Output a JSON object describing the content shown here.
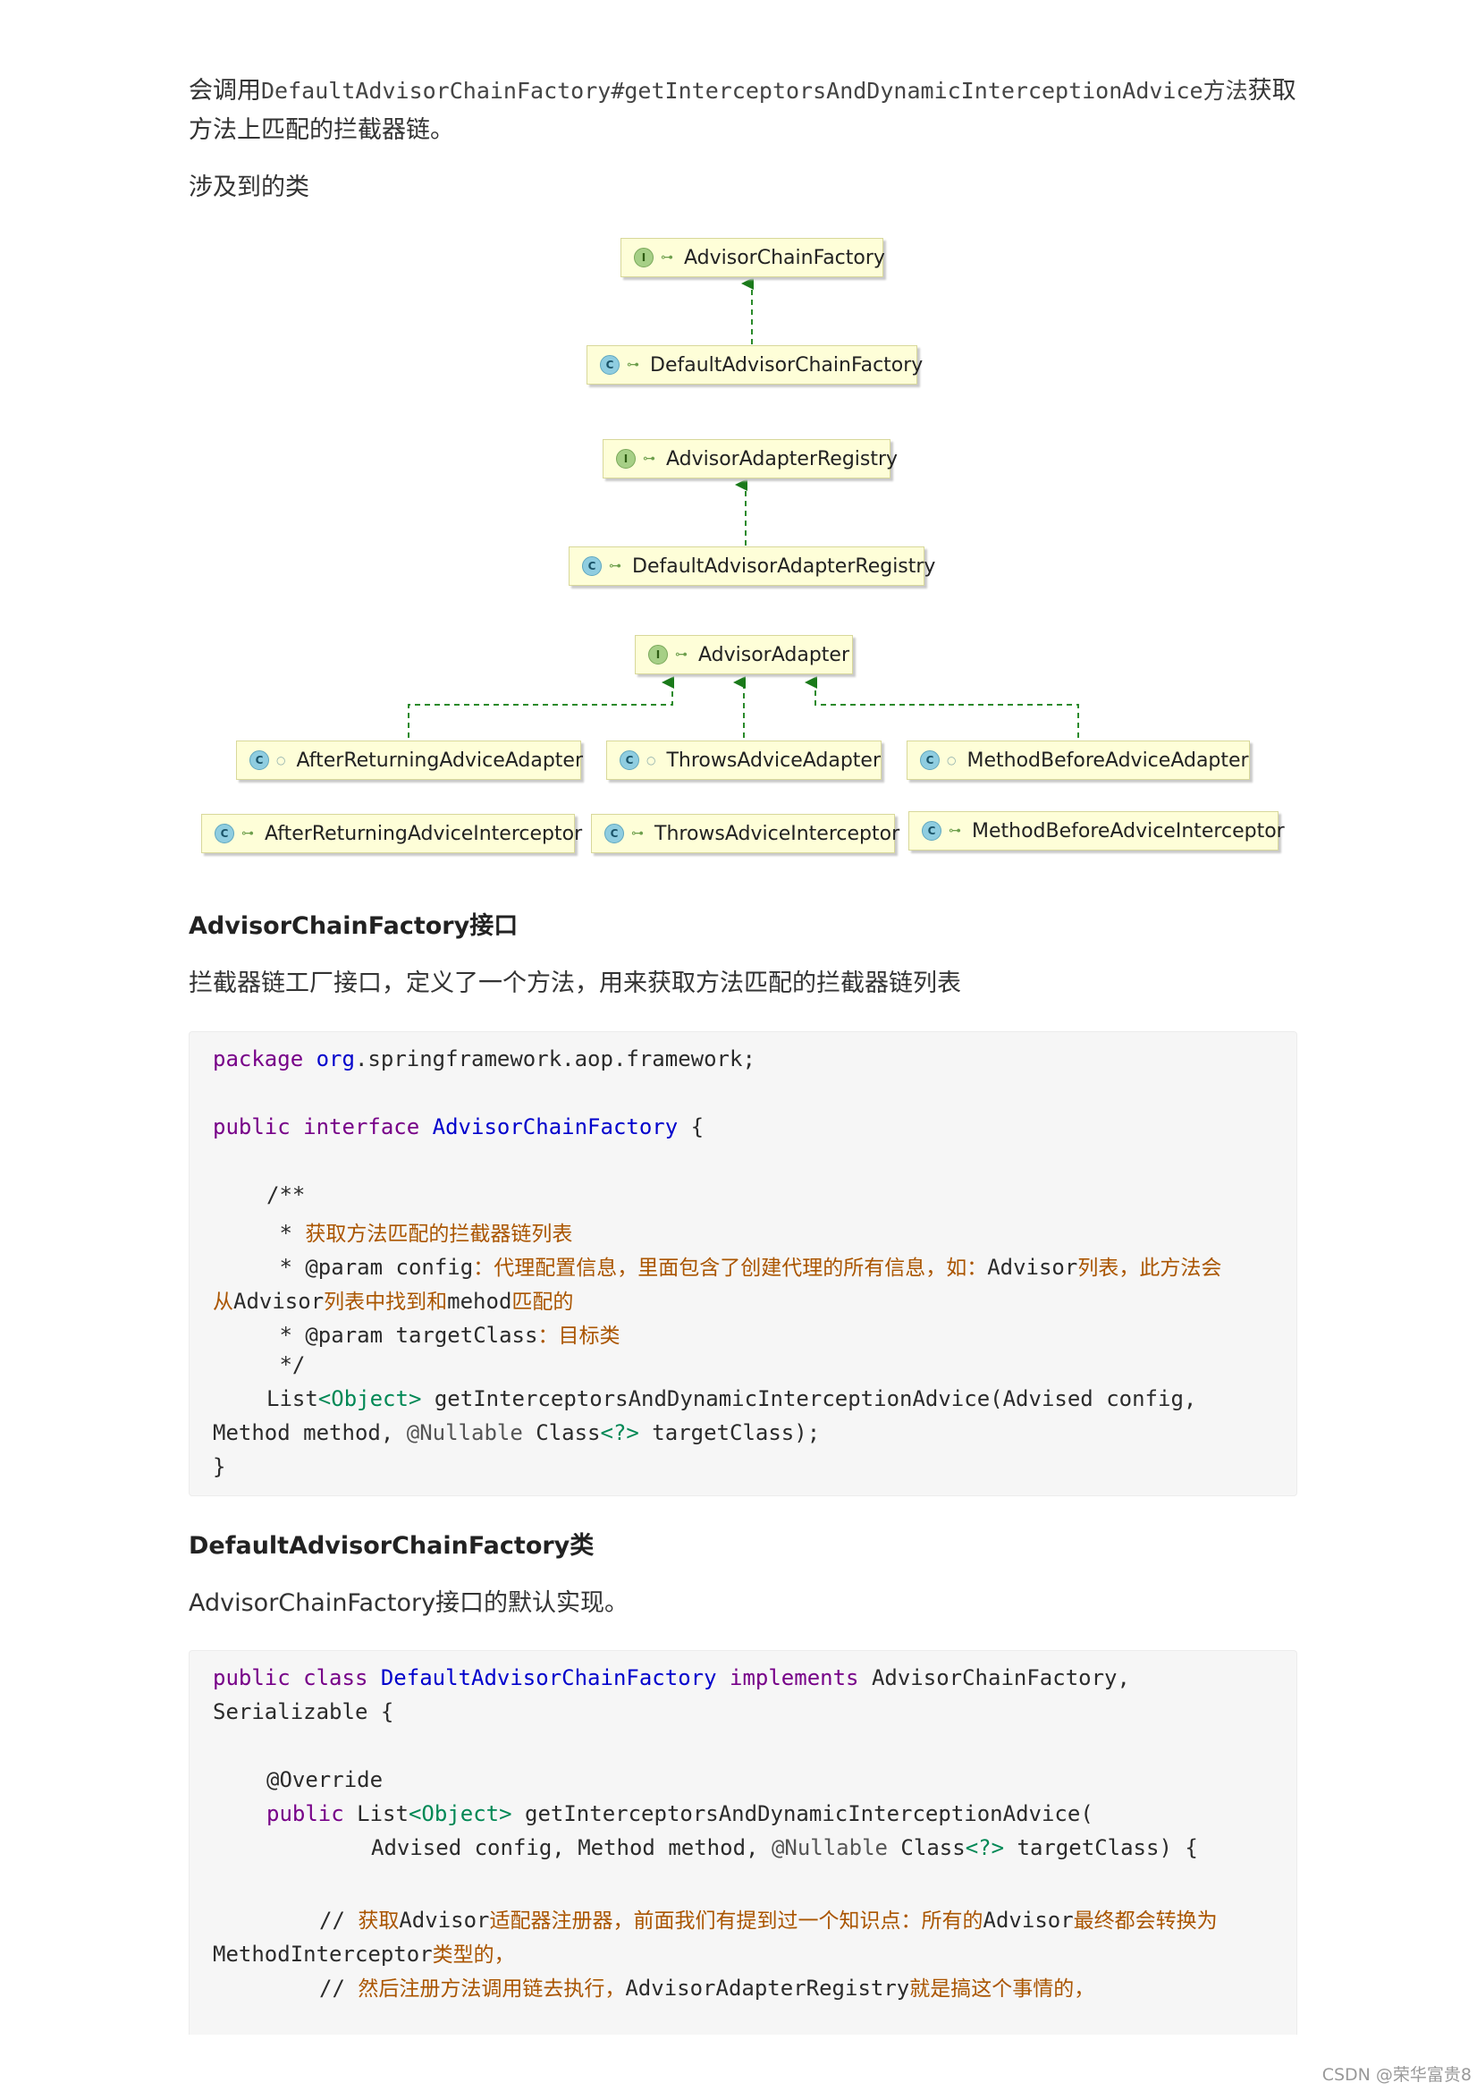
{
  "intro": {
    "prefix": "会调用",
    "method_ref": "DefaultAdvisorChainFactory#getInterceptorsAndDynamicInterceptionAdvice方法",
    "suffix": "获取",
    "line2": "方法上匹配的拦截器链。"
  },
  "classes_heading": "涉及到的类",
  "diagram": {
    "nodes": [
      {
        "kind": "I",
        "label": "AdvisorChainFactory"
      },
      {
        "kind": "C",
        "label": "DefaultAdvisorChainFactory"
      },
      {
        "kind": "I",
        "label": "AdvisorAdapterRegistry"
      },
      {
        "kind": "C",
        "label": "DefaultAdvisorAdapterRegistry"
      },
      {
        "kind": "I",
        "label": "AdvisorAdapter"
      },
      {
        "kind": "C",
        "label": "AfterReturningAdviceAdapter"
      },
      {
        "kind": "C",
        "label": "ThrowsAdviceAdapter"
      },
      {
        "kind": "C",
        "label": "MethodBeforeAdviceAdapter"
      },
      {
        "kind": "C",
        "label": "AfterReturningAdviceInterceptor"
      },
      {
        "kind": "C",
        "label": "ThrowsAdviceInterceptor"
      },
      {
        "kind": "C",
        "label": "MethodBeforeAdviceInterceptor"
      }
    ]
  },
  "section1": {
    "heading": "AdvisorChainFactory接口",
    "desc": "拦截器链工厂接口，定义了一个方法，用来获取方法匹配的拦截器链列表",
    "code": {
      "l1_kw": "package",
      "l1_pkg": "org",
      "l1_rest": ".springframework.aop.framework;",
      "l2_kw1": "public",
      "l2_kw2": "interface",
      "l2_name": "AdvisorChainFactory",
      "l2_rest": " {",
      "c1": "/**",
      "c2_star": " * ",
      "c2_text": "获取方法匹配的拦截器链列表",
      "c3_star": " * @param config",
      "c3_text": "：代理配置信息，里面包含了创建代理的所有信息，如：",
      "c3_mono": "Advisor",
      "c3_text2": "列表，此方法会",
      "c4_text": "从",
      "c4_mono": "Advisor",
      "c4_text2": "列表中找到和",
      "c4_mono2": "mehod",
      "c4_text3": "匹配的",
      "c5_star": " * @param targetClass",
      "c5_text": "：目标类",
      "c6": " */",
      "m1_a": "List",
      "m1_b": "<Object>",
      "m1_c": " getInterceptorsAndDynamicInterceptionAdvice(Advised config,",
      "m2_a": "Method method, ",
      "m2_b": "@Nullable",
      "m2_c": " Class",
      "m2_d": "<?>",
      "m2_e": " targetClass);",
      "close": "}"
    }
  },
  "section2": {
    "heading": "DefaultAdvisorChainFactory类",
    "desc": "AdvisorChainFactory接口的默认实现。",
    "code": {
      "l1_kw1": "public",
      "l1_kw2": "class",
      "l1_name": "DefaultAdvisorChainFactory",
      "l1_kw3": "implements",
      "l1_rest": " AdvisorChainFactory,",
      "l2": "Serializable {",
      "l3": "@Override",
      "l4_kw": "public",
      "l4_a": " List",
      "l4_b": "<Object>",
      "l4_c": " getInterceptorsAndDynamicInterceptionAdvice(",
      "l5_a": "Advised config, Method method, ",
      "l5_b": "@Nullable",
      "l5_c": " Class",
      "l5_d": "<?>",
      "l5_e": " targetClass) {",
      "l6_mono": "// ",
      "l6_text": "获取",
      "l6_mono2": "Advisor",
      "l6_text2": "适配器注册器，前面我们有提到过一个知识点：所有的",
      "l6_mono3": "Advisor",
      "l6_text3": "最终都会转换为",
      "l7_mono": "MethodInterceptor",
      "l7_text": "类型的，",
      "l8_mono": "// ",
      "l8_text": "然后注册方法调用链去执行，",
      "l8_mono2": "AdvisorAdapterRegistry",
      "l8_text2": "就是搞这个事情的，"
    }
  },
  "footer": "CSDN @荣华富贵8"
}
